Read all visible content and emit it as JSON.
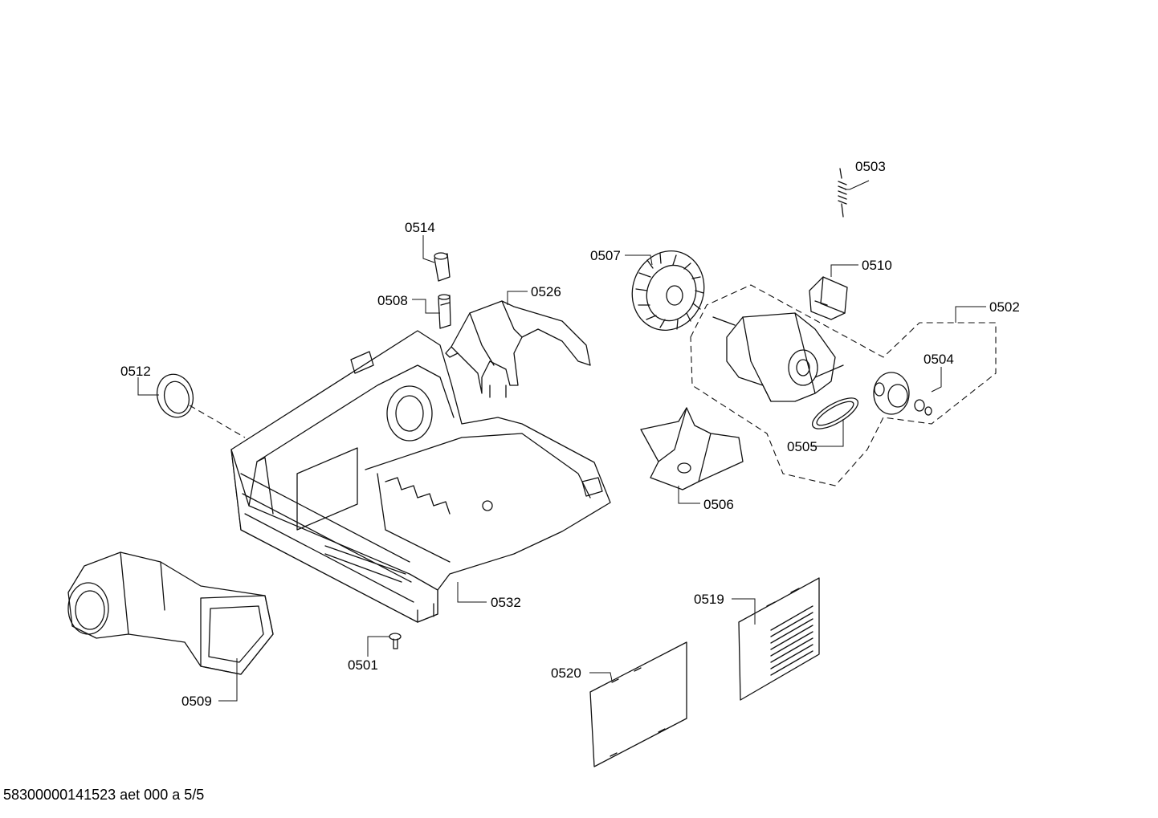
{
  "diagram": {
    "parts": {
      "p0501": "0501",
      "p0502": "0502",
      "p0503": "0503",
      "p0504": "0504",
      "p0505": "0505",
      "p0506": "0506",
      "p0507": "0507",
      "p0508": "0508",
      "p0509": "0509",
      "p0510": "0510",
      "p0512": "0512",
      "p0514": "0514",
      "p0519": "0519",
      "p0520": "0520",
      "p0526": "0526",
      "p0532": "0532"
    }
  },
  "footer": {
    "document_ref": "58300000141523 aet 000 a 5/5"
  }
}
